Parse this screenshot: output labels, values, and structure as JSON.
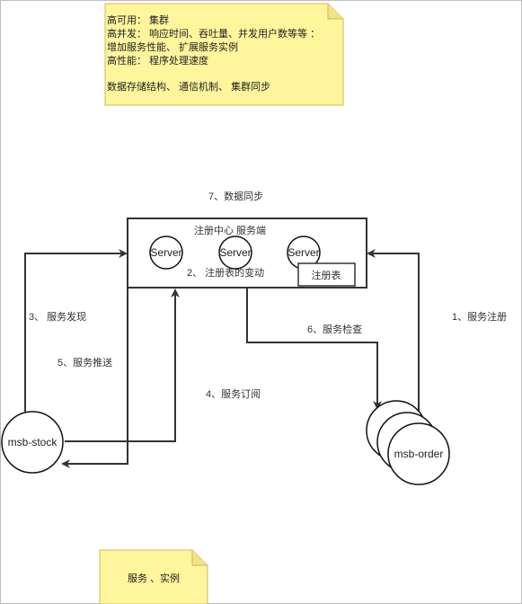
{
  "note_top": {
    "lines": [
      "高可用：   集群",
      "高并发：  响应时间、吞吐量、并发用户数等等  ：",
      "增加服务性能、 扩展服务实例",
      "高性能：  程序处理速度",
      "",
      "数据存储结构、  通信机制、  集群同步"
    ]
  },
  "note_bottom": {
    "text": "服务 、实例"
  },
  "registry": {
    "title": "注册中心  服务端",
    "servers": [
      "Server",
      "Server",
      "Server"
    ],
    "table_label": "注册表",
    "change_label": "2、  注册表的变动"
  },
  "nodes": {
    "stock": "msb-stock",
    "order": "msb-order"
  },
  "arrows": {
    "sync": "7、数据同步",
    "register": "1、服务注册",
    "discovery": "3、 服务发现",
    "push": "5、服务推送",
    "subscribe": "4、服务订阅",
    "check": "6、服务检查"
  },
  "colors": {
    "note_fill": "#fff59d",
    "note_stroke": "#d6b656",
    "line": "#333333"
  }
}
